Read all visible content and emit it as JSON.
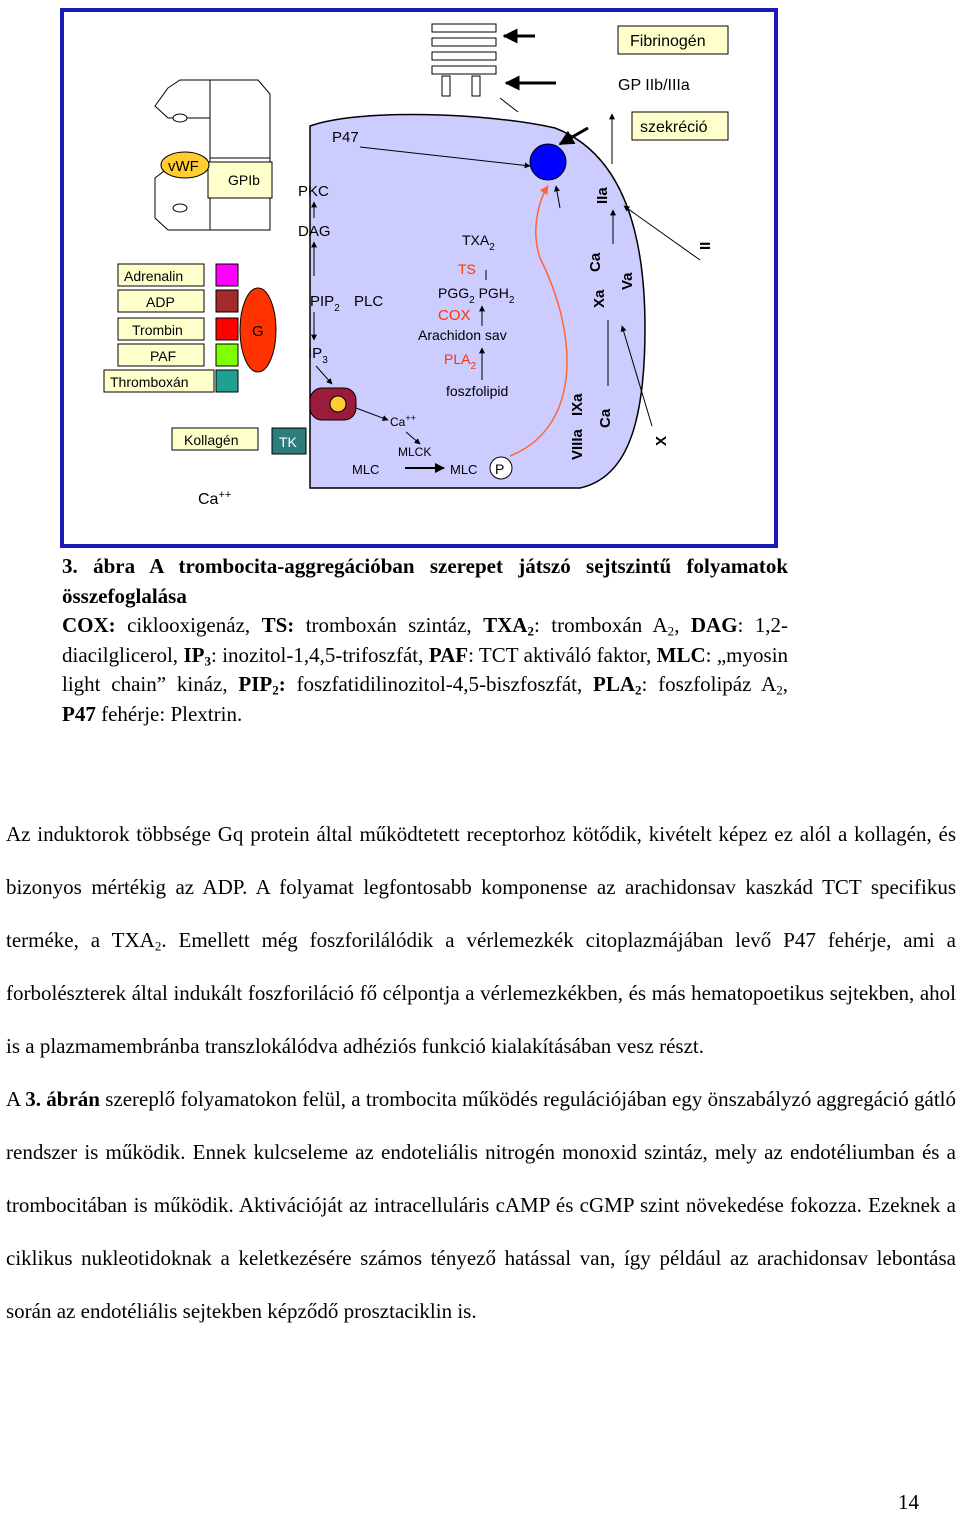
{
  "figure": {
    "labels": {
      "fibrinogen": "Fibrinogén",
      "gp": "GP IIb/IIIa",
      "secretion": "szekréció",
      "vwf": "vWF",
      "gpib": "GPIb",
      "p47": "P47",
      "pkc": "PKC",
      "dag": "DAG",
      "pip2": "PIP",
      "plc": "PLC",
      "ip3": "IP",
      "txa2": "TXA",
      "ts": "TS",
      "pgg": "PGG",
      "pgh": "PGH",
      "cox": "COX",
      "arachidon": "Arachidon sav",
      "pla2": "PLA",
      "foszfolipid": "foszfolipid",
      "ca_inner": "Ca",
      "mlck": "MLCK",
      "mlc_left": "MLC",
      "mlc_right": "MLC",
      "p_circle": "P",
      "g": "G",
      "tk": "TK",
      "ca_bottom": "Ca",
      "iia": "IIa",
      "ii": "II",
      "ca_top": "Ca",
      "xa": "Xa",
      "va": "Va",
      "viiia": "VIIIa",
      "ixa": "IXa",
      "ca_mid": "Ca",
      "x": "X",
      "sub2": "2",
      "sub3": "3",
      "plusplus": "++"
    },
    "agonists": [
      "Adrenalin",
      "ADP",
      "Trombin",
      "PAF",
      "Thromboxán",
      "Kollagén"
    ],
    "receptor_colors": [
      "#ff00ff",
      "#a52a2a",
      "#ff0000",
      "#80ff00",
      "#20a090",
      "#00ff80"
    ],
    "colors": {
      "border": "#1a1ab8",
      "cell_fill": "#ccccff",
      "label_box": "#ffffcc",
      "g_fill": "#ff3300",
      "tk_fill": "#2e7d7d",
      "orange_text": "#ff3300",
      "pkc_fill": "#9b1b3a",
      "ca_ball": "#ffcc33",
      "blue_ball": "#0000ff",
      "curve": "#ff6633"
    }
  },
  "caption": {
    "fig_no": "3.",
    "title": "ábra A trombocita-aggregációban szerepet játszó sejtszintű folyamatok összefoglalása",
    "t1": "COX:",
    "t2": "ciklooxigenáz,",
    "t3": "TS:",
    "t4": "tromboxán szintáz,",
    "t5": "TXA",
    "t6": ": tromboxán A",
    "t7": ",",
    "t8": "DAG",
    "t9": ": 1,2-diacilglicerol,",
    "t10": "IP",
    "t11": ": inozitol-1,4,5-trifoszfát,",
    "t12": "PAF",
    "t13": ": TCT aktiváló faktor,",
    "t14": "MLC",
    "t15": ": „myosin light chain” kináz,",
    "t16": "PIP",
    "t17": ":",
    "t18": "foszfatidilinozitol-4,5-biszfoszfát,",
    "t19": "PLA",
    "t20": ": foszfolipáz A",
    "t21": ",",
    "t22": "P47",
    "t23": "fehérje: Plextrin.",
    "sub2": "2",
    "sub3": "3"
  },
  "body": {
    "p1a": "Az induktorok többsége Gq protein által működtetett receptorhoz kötődik, kivételt képez ez alól a kollagén, és bizonyos mértékig az ADP. A folyamat legfontosabb komponense az arachidonsav kaszkád TCT specifikus terméke, a TXA",
    "p1sub": "2",
    "p1b": ". Emellett még foszforilálódik a vérlemezkék citoplazmájában levő P47 fehérje, ami a forbolészterek által indukált foszforiláció fő célpontja a vérlemezkékben, és más hematopoetikus sejtekben, ahol is a plazmamembránba transzlokálódva adhéziós funkció kialakításában vesz részt.",
    "p2a": "A ",
    "p2b": "3. ábrán",
    "p2c": " szereplő folyamatokon felül, a trombocita működés regulációjában egy önszabályzó aggregáció gátló rendszer is működik. Ennek kulcseleme az endoteliális nitrogén monoxid szintáz, mely az endotéliumban és a trombocitában is működik. Aktivációját az intracelluláris cAMP és cGMP szint növekedése fokozza. Ezeknek a ciklikus nukleotidoknak a keletkezésére számos tényező hatással van, így például az arachidonsav lebontása során az endotéliális sejtekben képződő prosztaciklin is."
  },
  "page_number": "14"
}
